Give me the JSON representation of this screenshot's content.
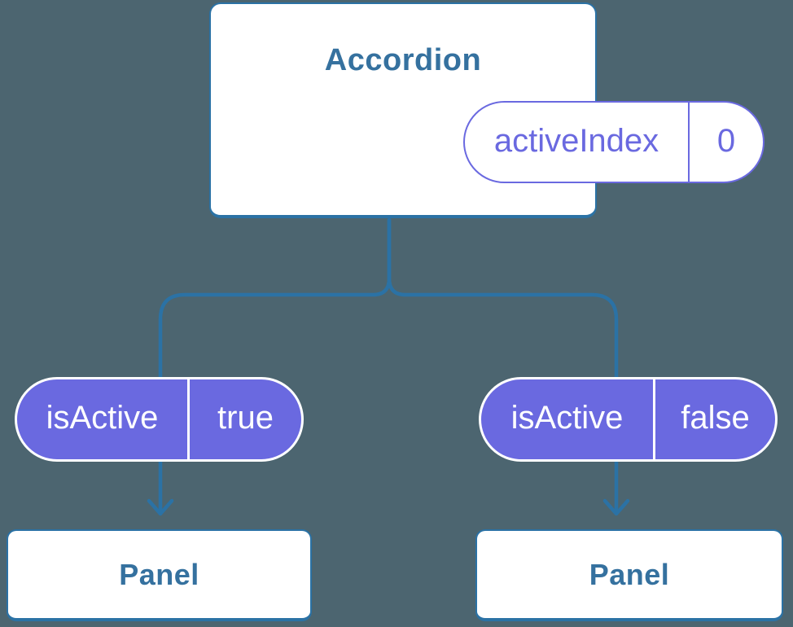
{
  "colors": {
    "background": "#4C6570",
    "connector": "#2B72A5",
    "box_border": "#2B72A5",
    "box_background": "#FFFFFF",
    "box_title_text": "#35719F",
    "pill_purple": "#6A69E0",
    "pill_on_purple_text": "#FFFFFF"
  },
  "accordion": {
    "title": "Accordion",
    "state_pill": {
      "label": "activeIndex",
      "value": "0"
    }
  },
  "branches": [
    {
      "prop_pill": {
        "label": "isActive",
        "value": "true"
      },
      "panel": {
        "title": "Panel"
      }
    },
    {
      "prop_pill": {
        "label": "isActive",
        "value": "false"
      },
      "panel": {
        "title": "Panel"
      }
    }
  ]
}
